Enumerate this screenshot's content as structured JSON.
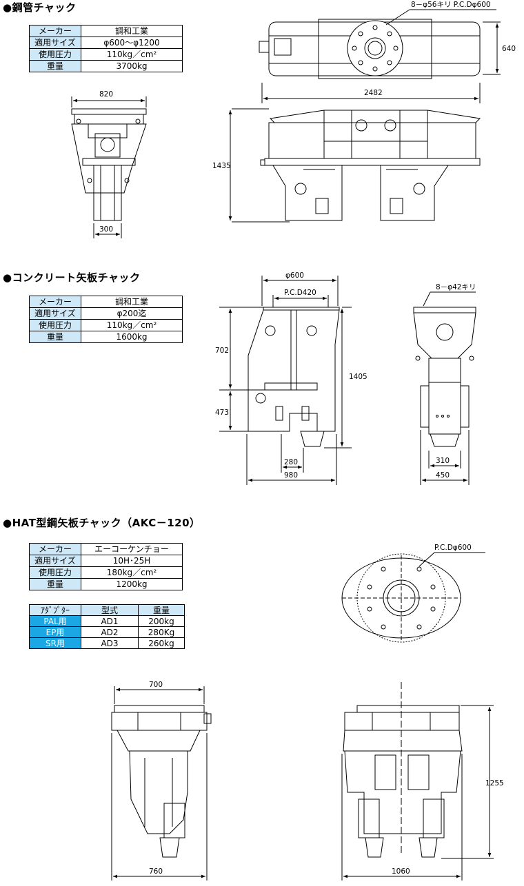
{
  "sections": [
    {
      "title": "●鋼管チャック",
      "specs": [
        {
          "k": "メーカー",
          "v": "調和工業"
        },
        {
          "k": "適用サイズ",
          "v": "φ600〜φ1200"
        },
        {
          "k": "使用圧力",
          "v": "110kg／cm²"
        },
        {
          "k": "重量",
          "v": "3700kg"
        }
      ],
      "dims": {
        "bolt": "8－φ56キリ  P.C.Dφ600",
        "h_top": "640",
        "w_side": "820",
        "w_front": "2482",
        "h_front": "1435",
        "w_bottom": "300"
      }
    },
    {
      "title": "●コンクリート矢板チャック",
      "specs": [
        {
          "k": "メーカー",
          "v": "調和工業"
        },
        {
          "k": "適用サイズ",
          "v": "φ200迄"
        },
        {
          "k": "使用圧力",
          "v": "110kg／cm²"
        },
        {
          "k": "重量",
          "v": "1600kg"
        }
      ],
      "dims": {
        "d600": "φ600",
        "pcd": "P.C.D420",
        "h702": "702",
        "h473": "473",
        "h1405": "1405",
        "w280": "280",
        "w980": "980",
        "bolt": "8－φ42キリ",
        "w310": "310",
        "w450": "450"
      }
    },
    {
      "title": "●HAT型鋼矢板チャック（AKC－120）",
      "specs": [
        {
          "k": "メーカー",
          "v": "エーコーケンチョー"
        },
        {
          "k": "適用サイズ",
          "v": "10H･25H"
        },
        {
          "k": "使用圧力",
          "v": "180kg／cm²"
        },
        {
          "k": "重量",
          "v": "1200kg"
        }
      ],
      "adapter": {
        "headers": [
          "ｱﾀﾞﾌﾟﾀｰ",
          "型式",
          "重量"
        ],
        "rows": [
          [
            "PAL用",
            "AD1",
            "200kg"
          ],
          [
            "EP用",
            "AD2",
            "280Kg"
          ],
          [
            "SR用",
            "AD3",
            "260kg"
          ]
        ]
      },
      "dims": {
        "pcd": "P.C.Dφ600",
        "w700": "700",
        "w760": "760",
        "w1060": "1060",
        "h1255": "1255"
      }
    }
  ]
}
